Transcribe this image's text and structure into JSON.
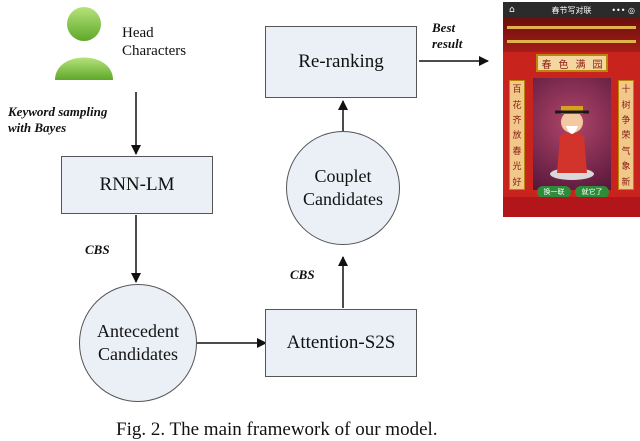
{
  "nodes": {
    "head_characters": "Head\nCharacters",
    "rnn_lm": "RNN-LM",
    "antecedent": "Antecedent\nCandidates",
    "attention": "Attention-S2S",
    "couplet": "Couplet\nCandidates",
    "reranking": "Re-ranking"
  },
  "edge_labels": {
    "keyword": "Keyword sampling\nwith Bayes",
    "cbs_left": "CBS",
    "cbs_right": "CBS",
    "best": "Best\nresult"
  },
  "caption": "Fig. 2. The main framework of our model.",
  "phone": {
    "title": "春节写对联",
    "home_icon": "home-icon",
    "menu_icon": "more-icon",
    "banner": [
      "春",
      "色",
      "满",
      "园"
    ],
    "left_couplet": [
      "百",
      "花",
      "齐",
      "放",
      "春",
      "光",
      "好"
    ],
    "right_couplet": [
      "十",
      "树",
      "争",
      "荣",
      "气",
      "象",
      "新"
    ],
    "btn_left": "换一联",
    "btn_right": "就它了"
  },
  "colors": {
    "box_fill": "#eaf0f6",
    "user_icon": "#7ac142",
    "phone_red": "#c8231c"
  }
}
